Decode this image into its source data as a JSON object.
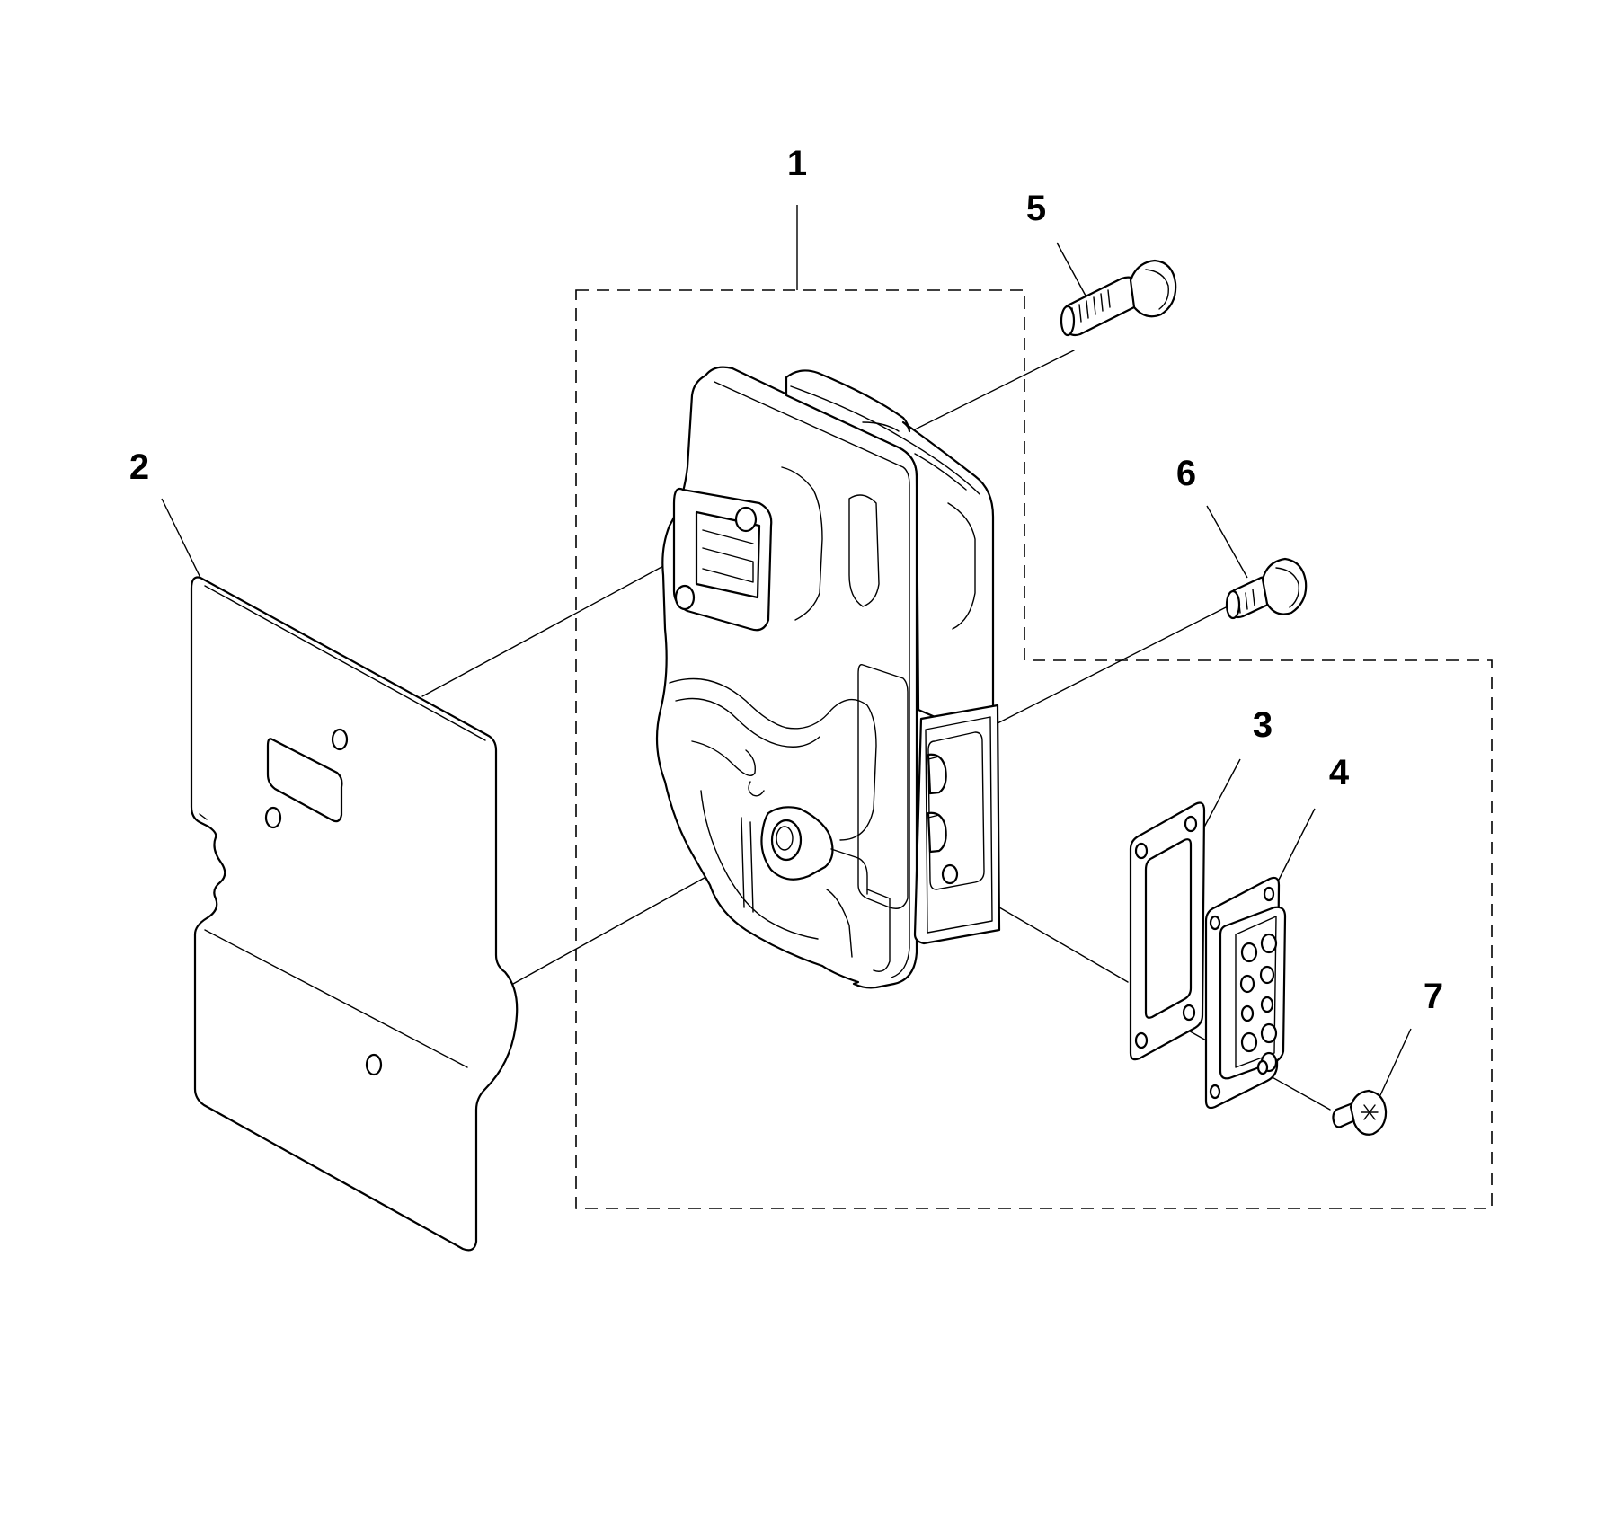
{
  "diagram": {
    "colors": {
      "line": "#000000",
      "background": "#ffffff"
    },
    "callouts": [
      {
        "id": "1",
        "text": "1"
      },
      {
        "id": "2",
        "text": "2"
      },
      {
        "id": "3",
        "text": "3"
      },
      {
        "id": "4",
        "text": "4"
      },
      {
        "id": "5",
        "text": "5"
      },
      {
        "id": "6",
        "text": "6"
      },
      {
        "id": "7",
        "text": "7"
      }
    ]
  }
}
